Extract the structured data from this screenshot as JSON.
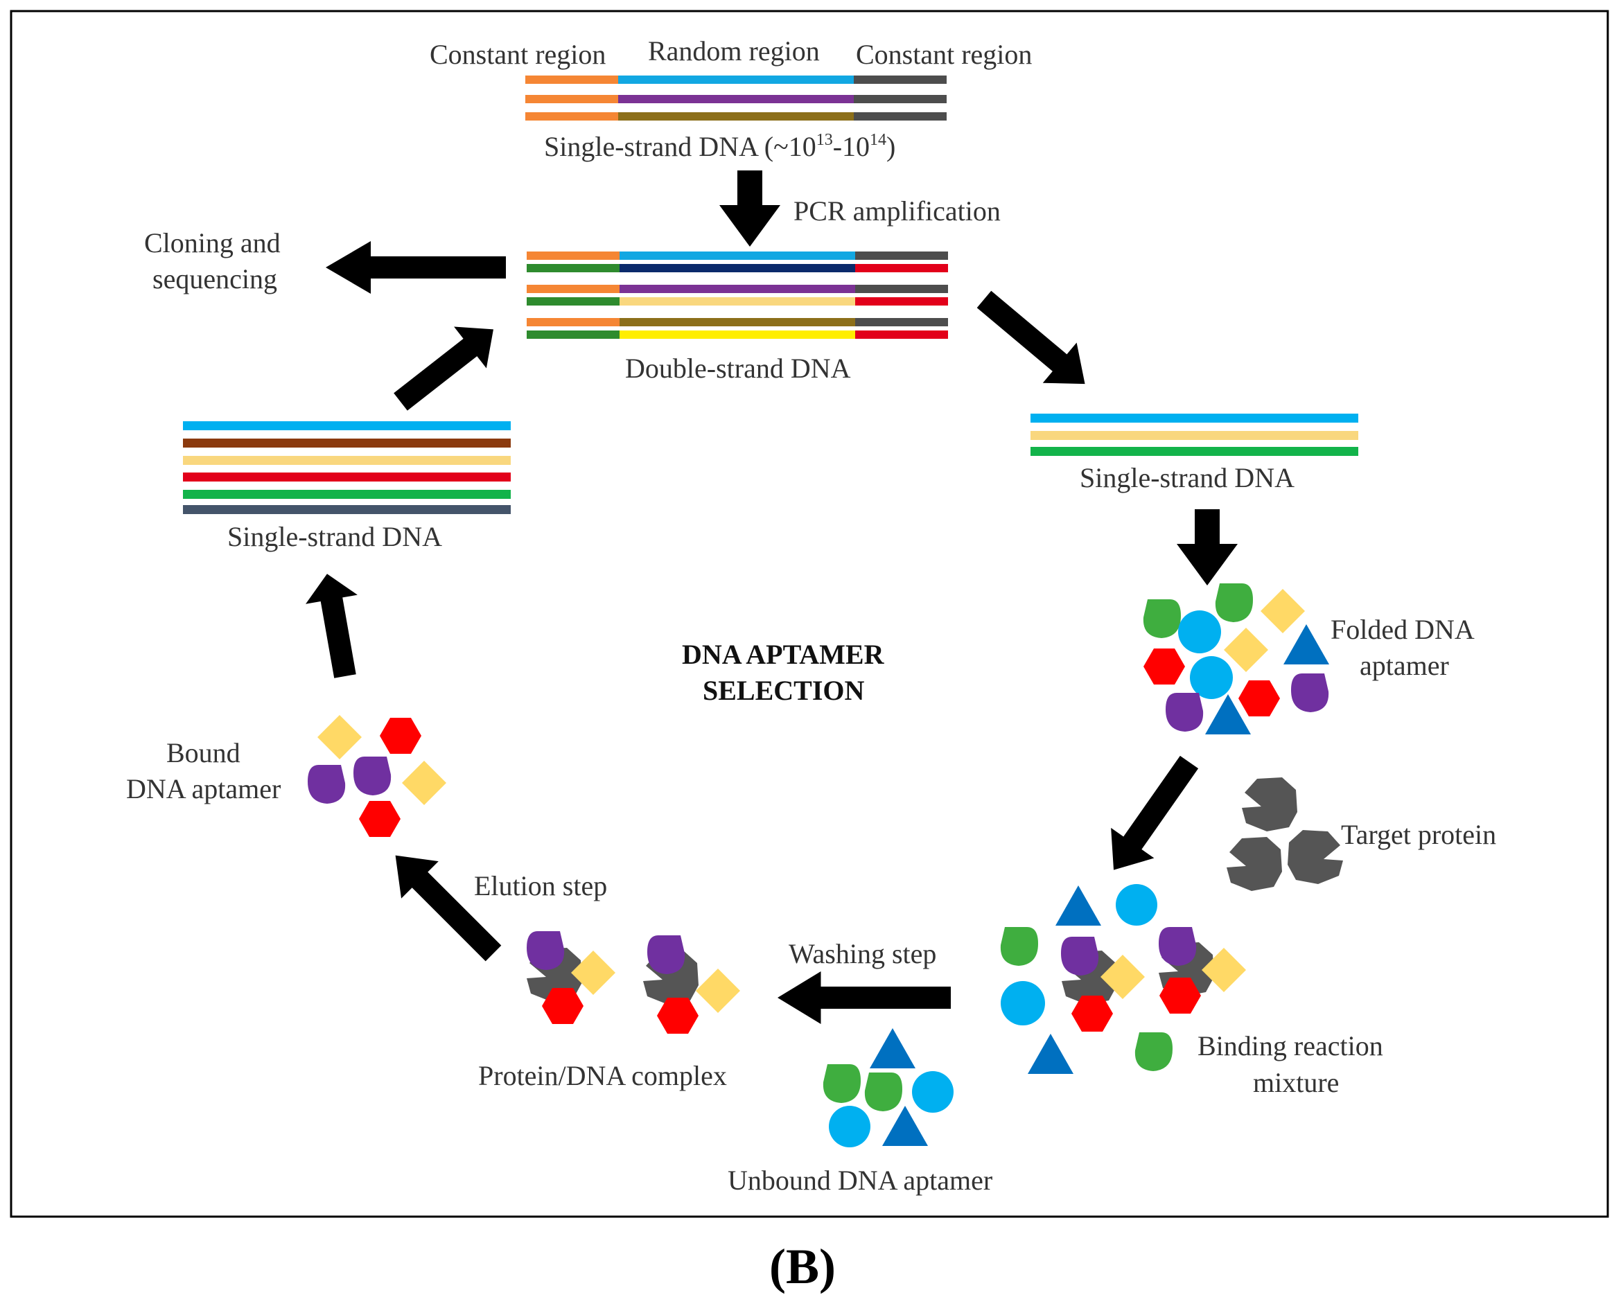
{
  "labels": {
    "constant_region_left": "Constant region",
    "random_region": "Random region",
    "constant_region_right": "Constant region",
    "ssdna_library_prefix": "Single-strand DNA (~10",
    "ssdna_library_exp1": "13",
    "ssdna_library_dash": "-10",
    "ssdna_library_exp2": "14",
    "ssdna_library_suffix": ")",
    "pcr_amplification": "PCR amplification",
    "cloning_line1": "Cloning and",
    "cloning_line2": "sequencing",
    "double_strand_dna": "Double-strand DNA",
    "ssdna_right": "Single-strand DNA",
    "ssdna_left": "Single-strand DNA",
    "folded_line1": "Folded DNA",
    "folded_line2": "aptamer",
    "center_line1": "DNA APTAMER",
    "center_line2": "SELECTION",
    "bound_line1": "Bound",
    "bound_line2": "DNA aptamer",
    "target_protein": "Target protein",
    "elution_step": "Elution step",
    "washing_step": "Washing step",
    "binding_line1": "Binding reaction",
    "binding_line2": "mixture",
    "protein_dna_complex": "Protein/DNA complex",
    "unbound_dna_aptamer": "Unbound DNA aptamer",
    "panel_label": "(B)"
  },
  "colors": {
    "orange": "#f58634",
    "sky_blue": "#12a7e2",
    "purple": "#7b3294",
    "olive_brown": "#8c6f1a",
    "gray": "#4d4d4d",
    "dark_green": "#2e8b2e",
    "navy": "#0b2a6b",
    "red": "#e2001a",
    "light_yellow": "#f9d77e",
    "yellow": "#ffee00",
    "brown": "#8b3a0e",
    "green": "#12b34a",
    "slate": "#44546a",
    "shape_green": "#3fae3f",
    "shape_cyan": "#00b0f0",
    "shape_blue": "#0070c0",
    "shape_yellow": "#ffd966",
    "shape_red": "#ff0000",
    "shape_purple": "#7030a0",
    "protein_gray": "#555555",
    "arrow": "#000000"
  }
}
